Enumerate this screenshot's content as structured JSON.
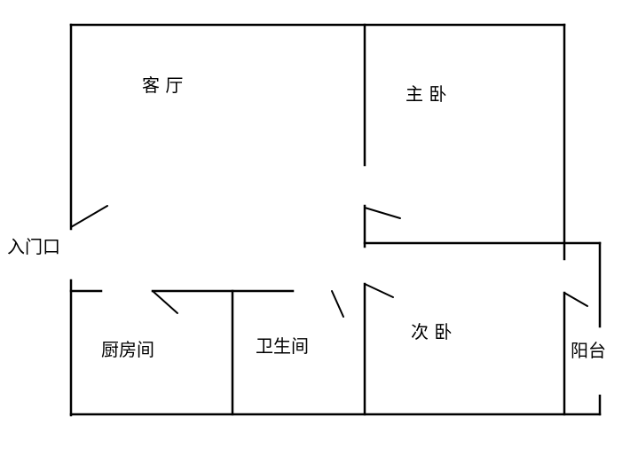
{
  "rooms": {
    "living_room": "客 厅",
    "master_bedroom": "主 卧",
    "entrance": "入门口",
    "kitchen": "厨房间",
    "bathroom": "卫生间",
    "second_bedroom": "次 卧",
    "balcony": "阳台"
  },
  "colors": {
    "line": "#000000",
    "background": "#ffffff"
  }
}
